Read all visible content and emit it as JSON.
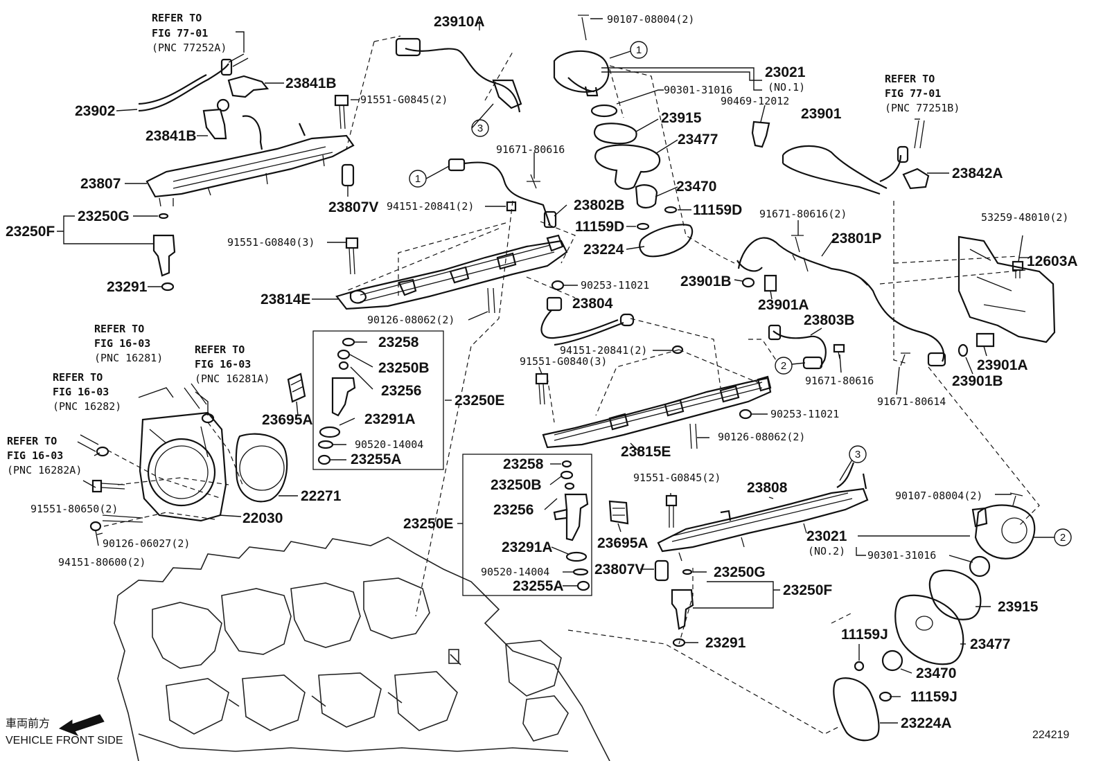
{
  "labels": {
    "p23910A": "23910A",
    "p90107a": "90107-08004(2)",
    "p23021a": "23021",
    "p23021a_no": "(NO.1)",
    "p90301a": "90301-31016",
    "p90469": "90469-12012",
    "p23915a": "23915",
    "p23477a": "23477",
    "p23470a": "23470",
    "p11159Da": "11159D",
    "p11159Db": "11159D",
    "p23224": "23224",
    "p23841Ba": "23841B",
    "p23841Bb": "23841B",
    "p23902": "23902",
    "p91551G0845a": "91551-G0845(2)",
    "p23807": "23807",
    "p23807Va": "23807V",
    "p23250Ga": "23250G",
    "p23250Fa": "23250F",
    "p23291a": "23291",
    "p91671a": "91671-80616",
    "p23802B": "23802B",
    "p94151a": "94151-20841(2)",
    "p91551G0840a": "91551-G0840(3)",
    "p23814E": "23814E",
    "p90253a": "90253-11021",
    "p90126a": "90126-08062(2)",
    "p23804": "23804",
    "p23901": "23901",
    "p23842A": "23842A",
    "p53259": "53259-48010(2)",
    "p12603A": "12603A",
    "p91671b": "91671-80616(2)",
    "p23801P": "23801P",
    "p23901Ba": "23901B",
    "p23901Aa": "23901A",
    "p23803B": "23803B",
    "p91671c": "91671-80616",
    "p91671d": "91671-80614",
    "p23901Ab": "23901A",
    "p23901Bb": "23901B",
    "p23258a": "23258",
    "p23250Ba": "23250B",
    "p23256a": "23256",
    "p23250Ea": "23250E",
    "p23291Aa": "23291A",
    "p90520a": "90520-14004",
    "p23255Aa": "23255A",
    "p23695Aa": "23695A",
    "p94151b": "94151-20841(2)",
    "p91551G0840b": "91551-G0840(3)",
    "p90253b": "90253-11021",
    "p23815E": "23815E",
    "p90126b": "90126-08062(2)",
    "p22271": "22271",
    "p22030": "22030",
    "p91551_80650": "91551-80650(2)",
    "p90126_06027": "90126-06027(2)",
    "p94151_80600": "94151-80600(2)",
    "p23258b": "23258",
    "p23250Bb": "23250B",
    "p23256b": "23256",
    "p23250Eb": "23250E",
    "p23291Ab": "23291A",
    "p90520b": "90520-14004",
    "p23255Ab": "23255A",
    "p23695Ab": "23695A",
    "p91551G0845b": "91551-G0845(2)",
    "p23808": "23808",
    "p90107b": "90107-08004(2)",
    "p23021b": "23021",
    "p23021b_no": "(NO.2)",
    "p90301b": "90301-31016",
    "p23807Vb": "23807V",
    "p23250Gb": "23250G",
    "p23250Fb": "23250F",
    "p23915b": "23915",
    "p23291b": "23291",
    "p11159Ja": "11159J",
    "p23477b": "23477",
    "p23470b": "23470",
    "p11159Jb": "11159J",
    "p23224A": "23224A"
  },
  "refs": {
    "r1": [
      "REFER TO",
      "FIG 77-01",
      "(PNC 77252A)"
    ],
    "r2": [
      "REFER TO",
      "FIG 77-01",
      "(PNC 77251B)"
    ],
    "r3": [
      "REFER TO",
      "FIG 16-03",
      "(PNC 16281)"
    ],
    "r4": [
      "REFER TO",
      "FIG 16-03",
      "(PNC 16281A)"
    ],
    "r5": [
      "REFER TO",
      "FIG 16-03",
      "(PNC 16282)"
    ],
    "r6": [
      "REFER TO",
      "FIG 16-03",
      "(PNC 16282A)"
    ]
  },
  "callouts": [
    "1",
    "1",
    "2",
    "2",
    "3",
    "3"
  ],
  "direction": {
    "jp": "車両前方",
    "en": "VEHICLE FRONT SIDE"
  },
  "figure_id": "224219"
}
